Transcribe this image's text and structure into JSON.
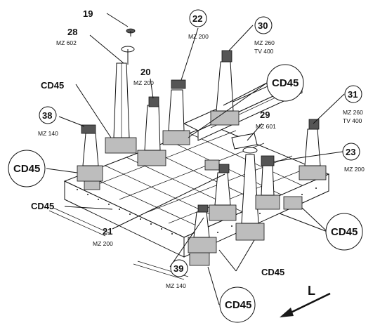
{
  "parts": {
    "p19": {
      "num": "19"
    },
    "p28": {
      "num": "28",
      "code": "MZ 602"
    },
    "p22": {
      "num": "22",
      "code": "MZ 200"
    },
    "p30": {
      "num": "30",
      "code": "MZ 260",
      "code2": "TV 400"
    },
    "p20": {
      "num": "20",
      "code": "MZ 200"
    },
    "p38": {
      "num": "38",
      "code": "MZ 140"
    },
    "p29": {
      "num": "29",
      "code": "MZ 601"
    },
    "p31": {
      "num": "31",
      "code": "MZ 260",
      "code2": "TV 400"
    },
    "p23": {
      "num": "23",
      "code": "MZ 200"
    },
    "p21": {
      "num": "21",
      "code": "MZ 200"
    },
    "p39": {
      "num": "39",
      "code": "MZ 140"
    }
  },
  "cd45": {
    "label_topleft": "CD45",
    "label_circle_left": "CD45",
    "label_circle_top": "CD45",
    "label_left_mid": "CD45",
    "label_circle_right": "CD45",
    "label_bottom_mid": "CD45",
    "label_circle_bottom": "CD45"
  },
  "direction": {
    "label": "L"
  }
}
